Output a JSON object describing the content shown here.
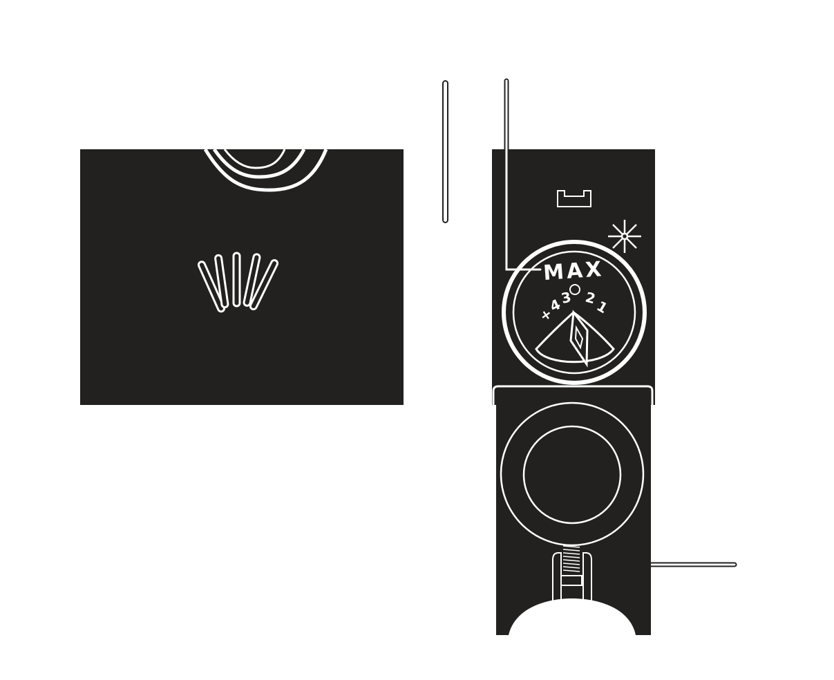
{
  "colors": {
    "panel": "#222120",
    "line": "#ffffff",
    "background": "#ffffff",
    "leader": "#222120"
  },
  "icons": [
    "heat-fan-icon",
    "ice-tray-icon",
    "snowflake-icon",
    "thermostat-dial",
    "knob",
    "spring-hinge"
  ],
  "dial": {
    "max_label": "MAX",
    "numbers": [
      "+",
      "4",
      "3",
      "○",
      "2",
      "1"
    ]
  }
}
